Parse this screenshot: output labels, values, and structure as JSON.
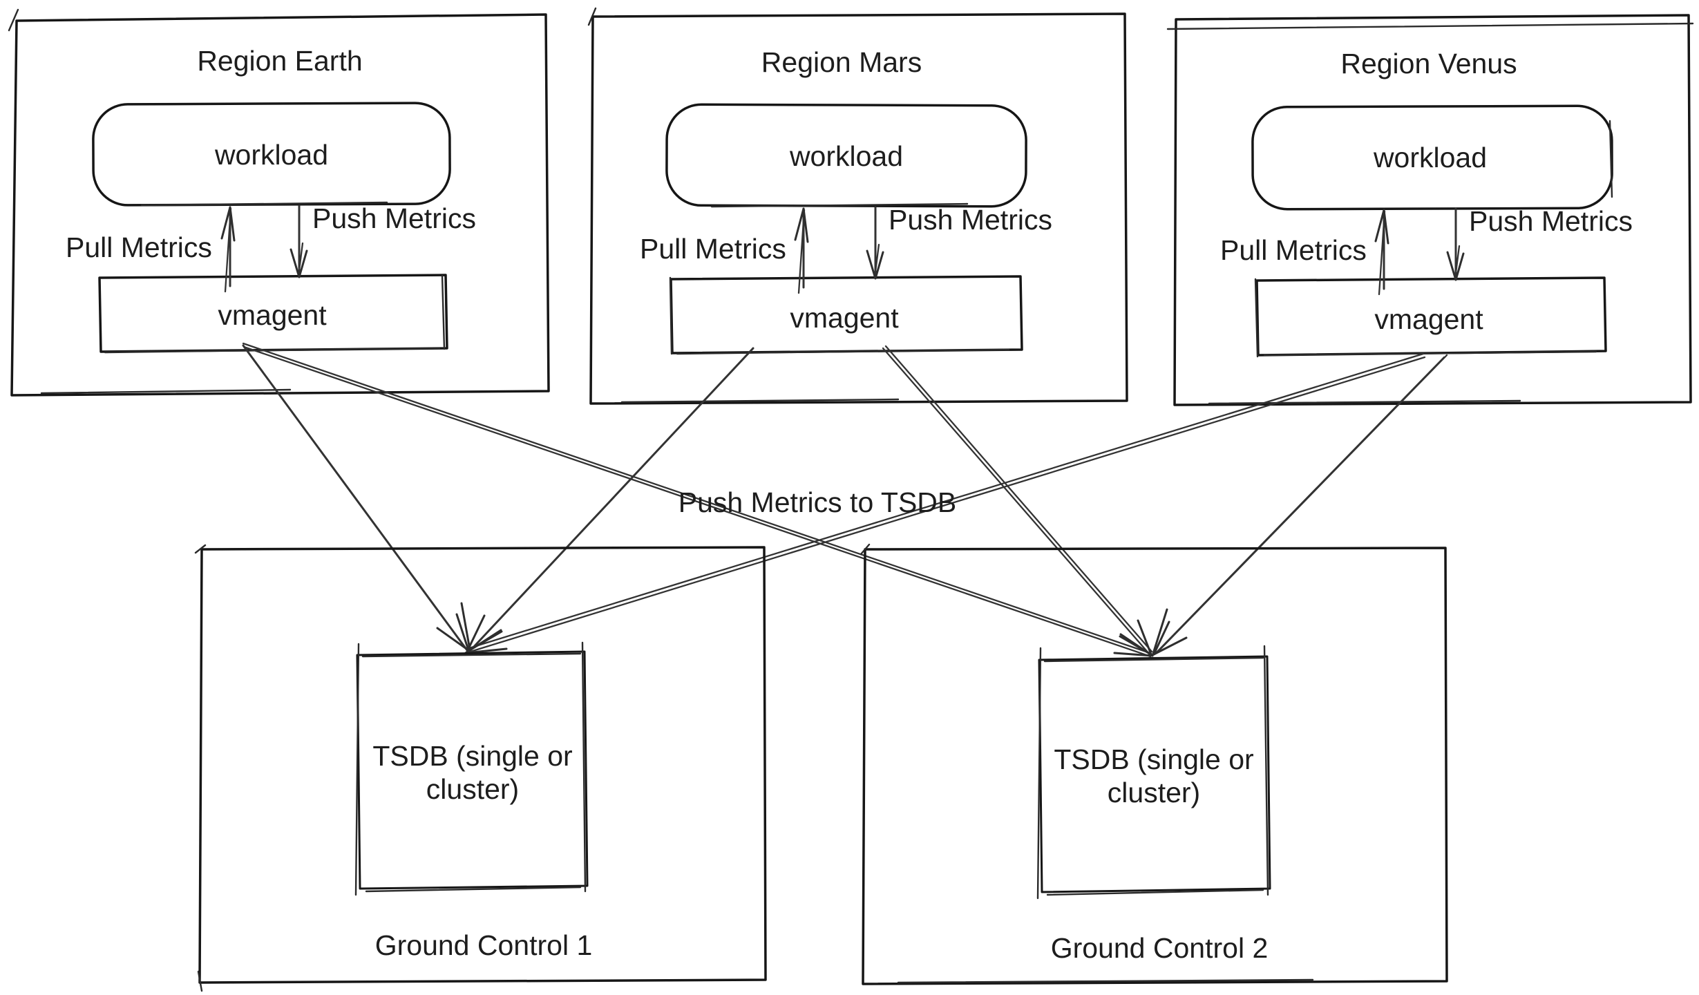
{
  "regions": [
    {
      "title": "Region Earth",
      "workload_label": "workload",
      "agent_label": "vmagent",
      "pull_label": "Pull Metrics",
      "push_label": "Push Metrics"
    },
    {
      "title": "Region Mars",
      "workload_label": "workload",
      "agent_label": "vmagent",
      "pull_label": "Pull Metrics",
      "push_label": "Push Metrics"
    },
    {
      "title": "Region Venus",
      "workload_label": "workload",
      "agent_label": "vmagent",
      "pull_label": "Pull Metrics",
      "push_label": "Push Metrics"
    }
  ],
  "center_label": "Push Metrics to TSDB",
  "ground_controls": [
    {
      "title": "Ground Control 1",
      "tsdb_label": "TSDB (single or cluster)",
      "tsdb_lines": [
        "TSDB (single or",
        "cluster)"
      ]
    },
    {
      "title": "Ground Control 2",
      "tsdb_label": "TSDB (single or cluster)",
      "tsdb_lines": [
        "TSDB (single or",
        "cluster)"
      ]
    }
  ],
  "connections": [
    {
      "from": "Region Earth vmagent",
      "to": "Ground Control 1 TSDB"
    },
    {
      "from": "Region Earth vmagent",
      "to": "Ground Control 2 TSDB"
    },
    {
      "from": "Region Mars vmagent",
      "to": "Ground Control 1 TSDB"
    },
    {
      "from": "Region Mars vmagent",
      "to": "Ground Control 2 TSDB"
    },
    {
      "from": "Region Venus vmagent",
      "to": "Ground Control 1 TSDB"
    },
    {
      "from": "Region Venus vmagent",
      "to": "Ground Control 2 TSDB"
    }
  ],
  "colors": {
    "background": "#ffffff",
    "box_stroke": "#161616",
    "connector_stroke": "#333333",
    "text": "#1d1d1d"
  }
}
